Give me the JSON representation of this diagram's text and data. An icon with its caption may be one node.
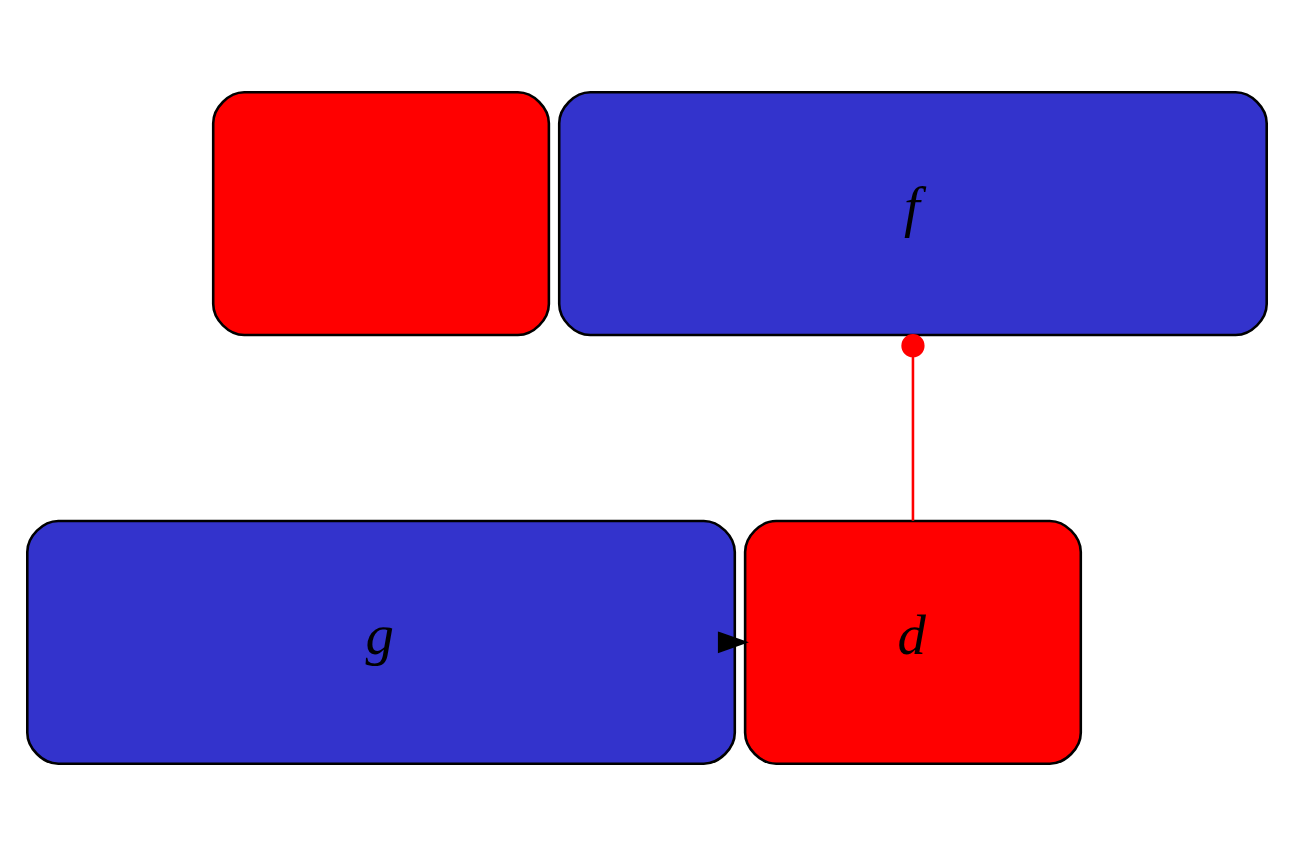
{
  "diagram": {
    "nodes": [
      {
        "text": [],
        "shape": "box"
      },
      {
        "text": [
          "f"
        ]
      },
      {
        "text": [
          "d"
        ]
      },
      {
        "text": [
          "g"
        ]
      }
    ],
    "edges": [
      {
        "from": 1,
        "to": 2,
        "arrow": "other",
        "color": "#ff0000"
      },
      {
        "from": 3,
        "to": 2,
        "arrow": "to"
      }
    ]
  }
}
